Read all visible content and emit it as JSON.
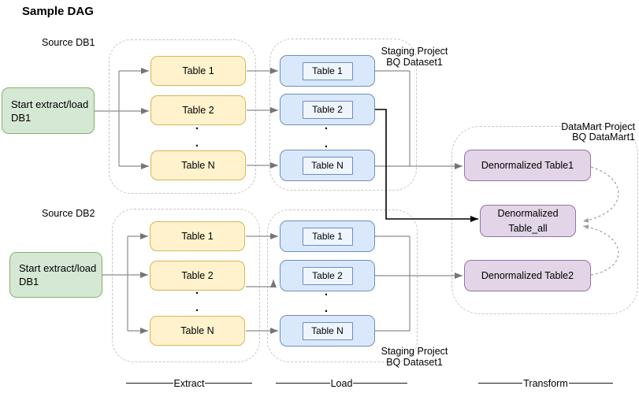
{
  "title": "Sample DAG",
  "dot": ".",
  "row1": {
    "source_label": "Source DB1",
    "start": {
      "line1": "Start extract/load",
      "line2": "DB1"
    },
    "extract_tables": [
      "Table 1",
      "Table 2",
      "Table N"
    ],
    "load_tables": [
      "Table 1",
      "Table 2",
      "Table N"
    ],
    "staging": {
      "line1": "Staging Project",
      "line2": "BQ Dataset1"
    }
  },
  "row2": {
    "source_label": "Source DB2",
    "start": {
      "line1": "Start extract/load",
      "line2": "DB1"
    },
    "extract_tables": [
      "Table 1",
      "Table 2",
      "Table N"
    ],
    "load_tables": [
      "Table 1",
      "Table 2",
      "Table N"
    ],
    "staging": {
      "line1": "Staging Project",
      "line2": "BQ Dataset1"
    }
  },
  "datamart": {
    "label": {
      "line1": "DataMart Project",
      "line2": "BQ DataMart1"
    },
    "table1": "Denormalized Table1",
    "table_all": {
      "line1": "Denormalized",
      "line2": "Table_all"
    },
    "table2": "Denormalized Table2"
  },
  "footer": {
    "extract": "Extract",
    "load": "Load",
    "transform": "Transform"
  },
  "colors": {
    "start_fill": "#d5e8d4",
    "start_stroke": "#82b366",
    "extract_fill": "#fff2cc",
    "extract_stroke": "#d6b656",
    "load_fill": "#dae8fc",
    "load_stroke": "#6c8ebf",
    "datamart_fill": "#e1d5e7",
    "datamart_stroke": "#9673a6",
    "connector": "#8c8c8c",
    "highlight_connector": "#000000",
    "container_border": "#c6c6c6"
  }
}
